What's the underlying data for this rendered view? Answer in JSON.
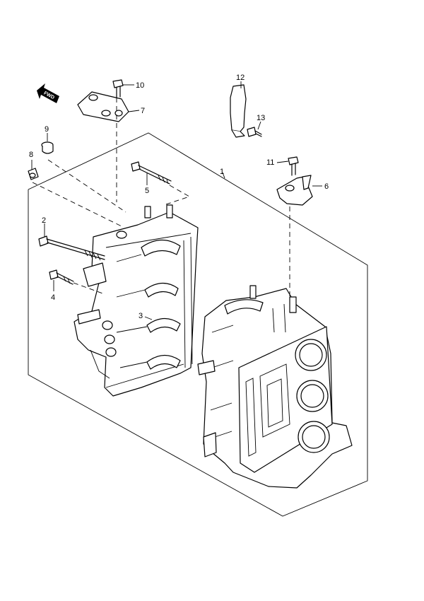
{
  "fwd_label": "FWD",
  "callouts": [
    {
      "id": "p1",
      "text": "1"
    },
    {
      "id": "p2",
      "text": "2"
    },
    {
      "id": "p3",
      "text": "3"
    },
    {
      "id": "p4",
      "text": "4"
    },
    {
      "id": "p5",
      "text": "5"
    },
    {
      "id": "p6",
      "text": "6"
    },
    {
      "id": "p7",
      "text": "7"
    },
    {
      "id": "p8",
      "text": "8"
    },
    {
      "id": "p9",
      "text": "9"
    },
    {
      "id": "p10",
      "text": "10"
    },
    {
      "id": "p11",
      "text": "11"
    },
    {
      "id": "p12",
      "text": "12"
    },
    {
      "id": "p13",
      "text": "13"
    }
  ]
}
